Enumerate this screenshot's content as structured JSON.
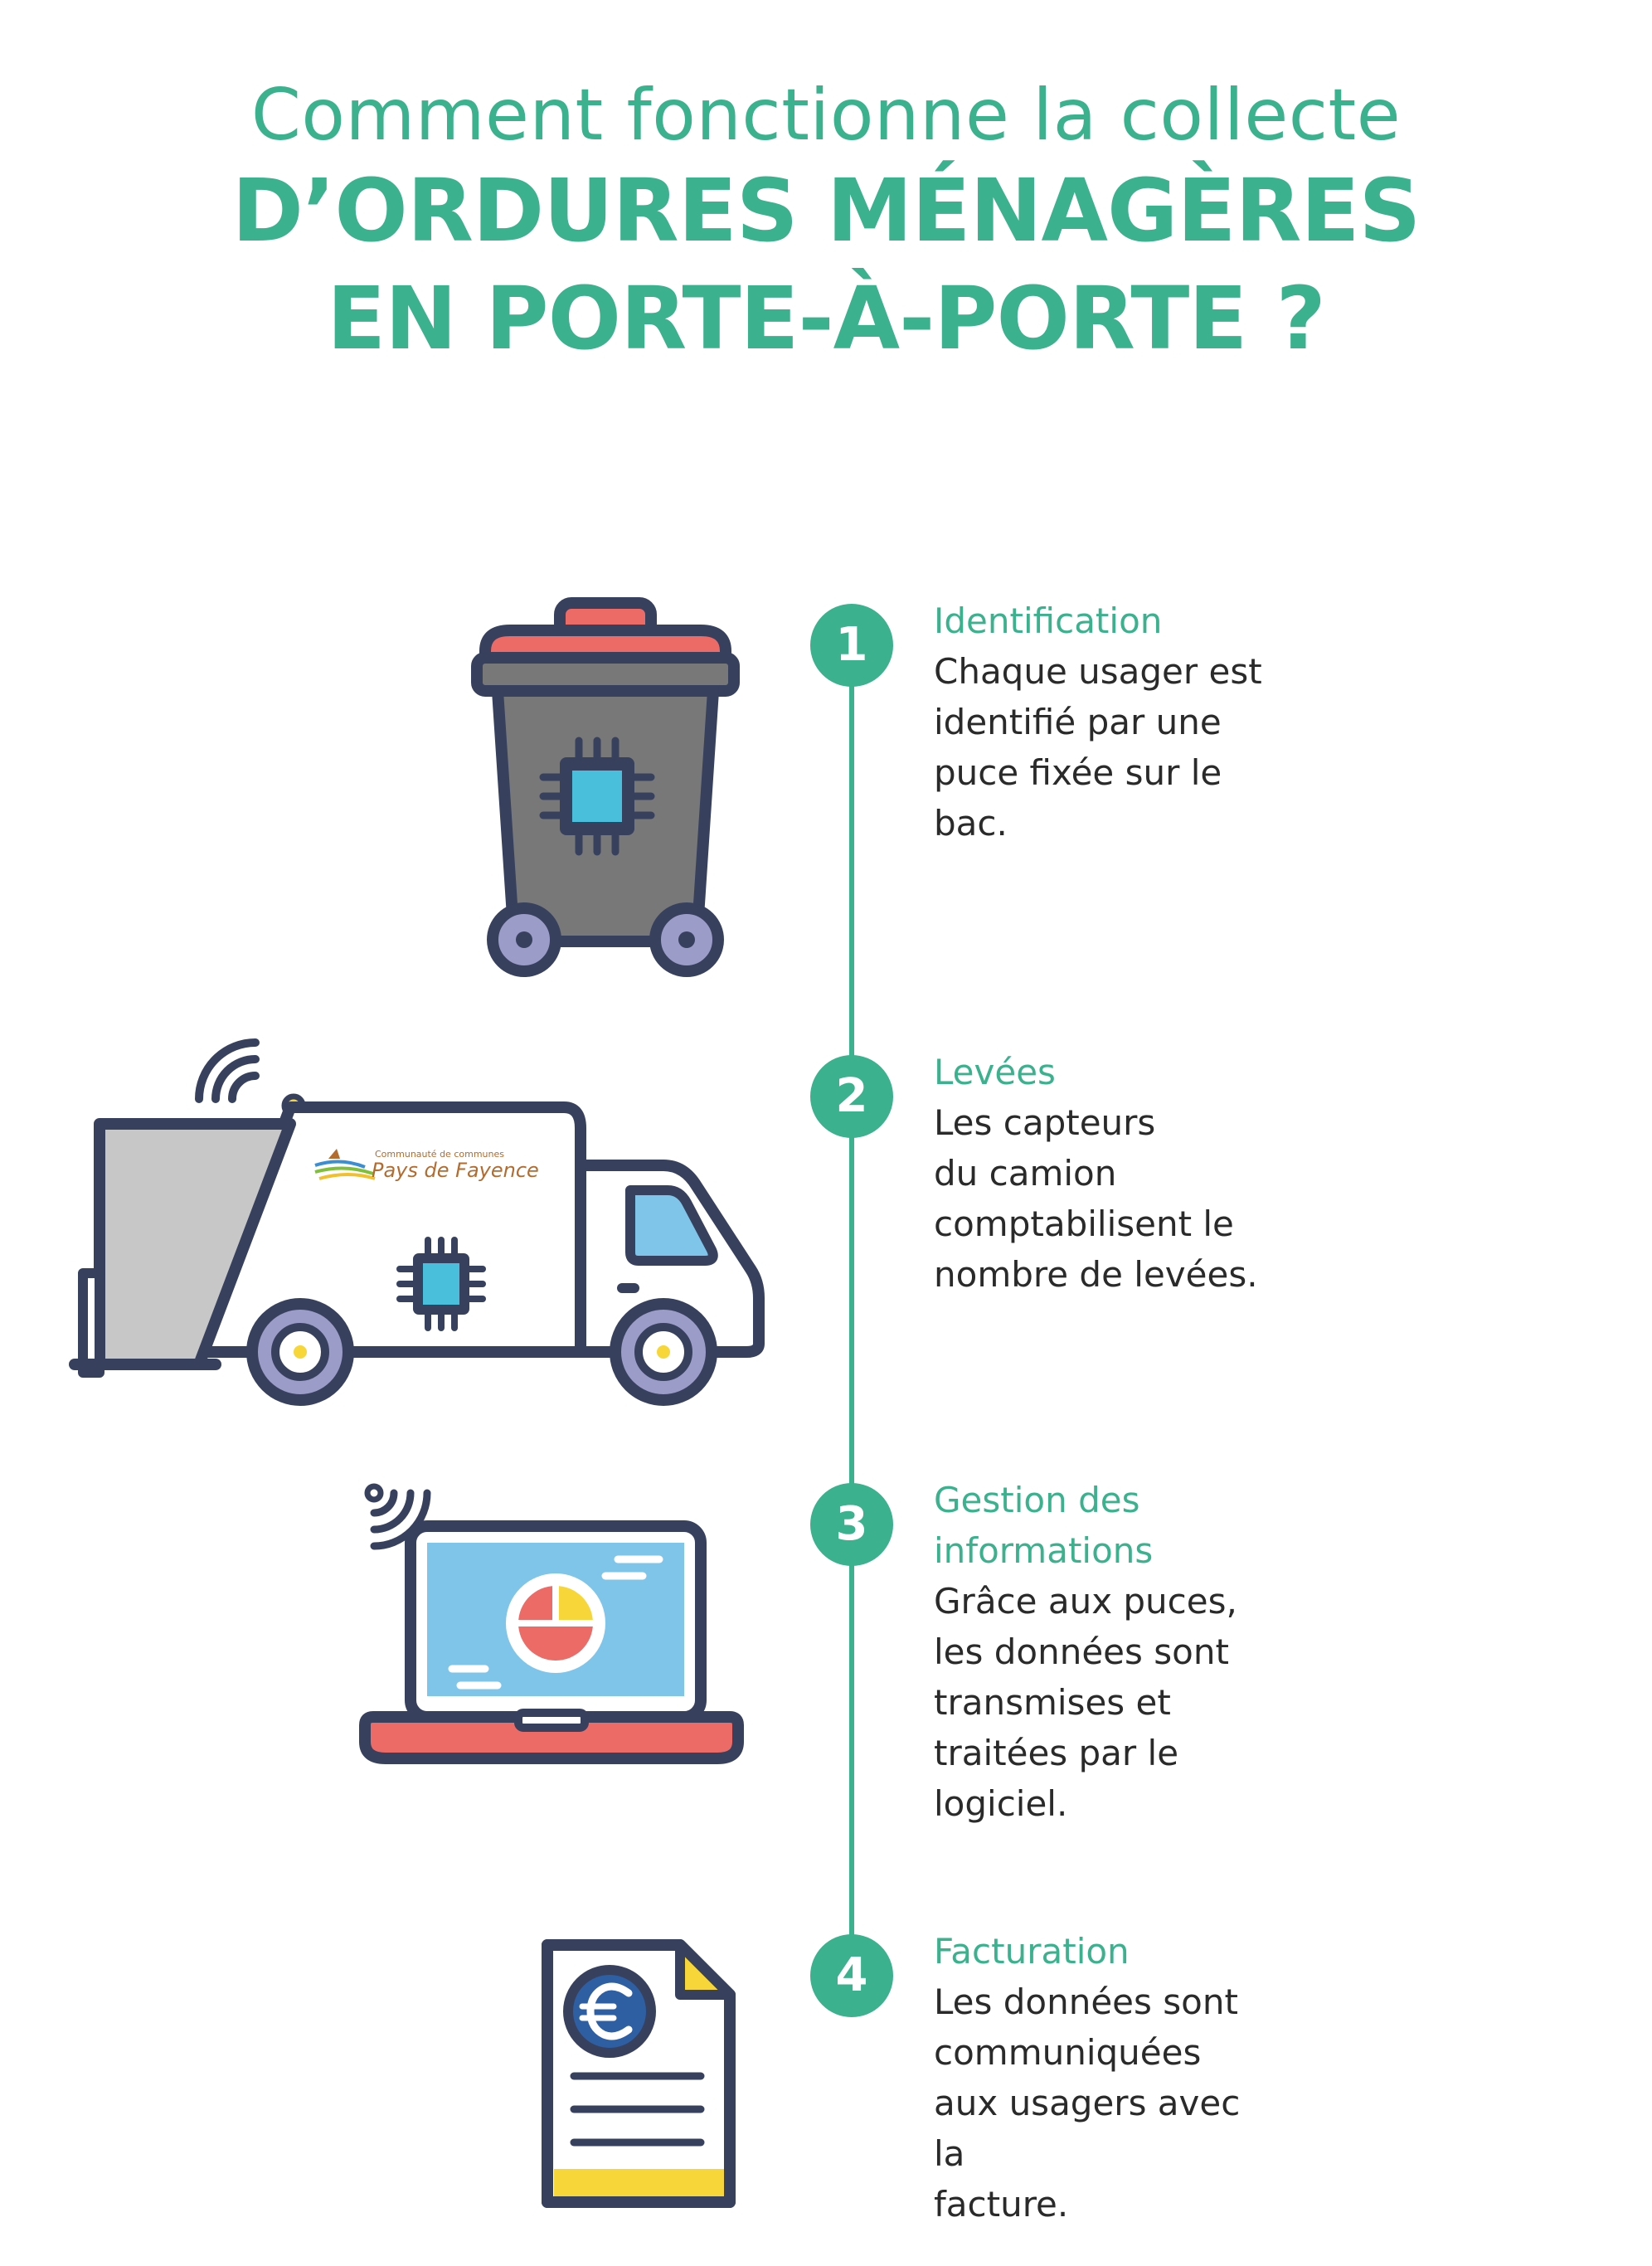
{
  "colors": {
    "accent": "#3bb18d",
    "outline": "#37415e",
    "lid_red": "#ec6b67",
    "bin_gray": "#787878",
    "wheel_lavender": "#9c9cc9",
    "chip_blue": "#49bfdb",
    "screen_blue": "#7fc5ea",
    "truck_gray": "#c7c7c7",
    "euro_blue": "#2f5fa3",
    "invoice_yellow": "#f7d63a"
  },
  "title": {
    "line1": "Comment fonctionne la collecte",
    "line2": "D’ORDURES MÉNAGÈRES",
    "line3": "EN PORTE-À-PORTE ?"
  },
  "truck_logo": {
    "small_text": "Communauté de communes",
    "name": "Pays de Fayence"
  },
  "steps": [
    {
      "number": "1",
      "title": "Identification",
      "description": "Chaque usager est\nidentifié par une\npuce fixée sur le\nbac.",
      "icon": "trash-bin-with-chip-icon"
    },
    {
      "number": "2",
      "title": "Levées",
      "description": "Les capteurs\ndu camion\ncomptabilisent le\nnombre de levées.",
      "icon": "garbage-truck-icon"
    },
    {
      "number": "3",
      "title": "Gestion des\ninformations",
      "description": "Grâce aux puces,\nles données sont\ntransmises et\ntraitées par le\nlogiciel.",
      "icon": "laptop-chart-icon"
    },
    {
      "number": "4",
      "title": "Facturation",
      "description": "Les données sont\ncommuniquées\naux usagers avec la\nfacture.",
      "icon": "invoice-euro-icon"
    }
  ]
}
